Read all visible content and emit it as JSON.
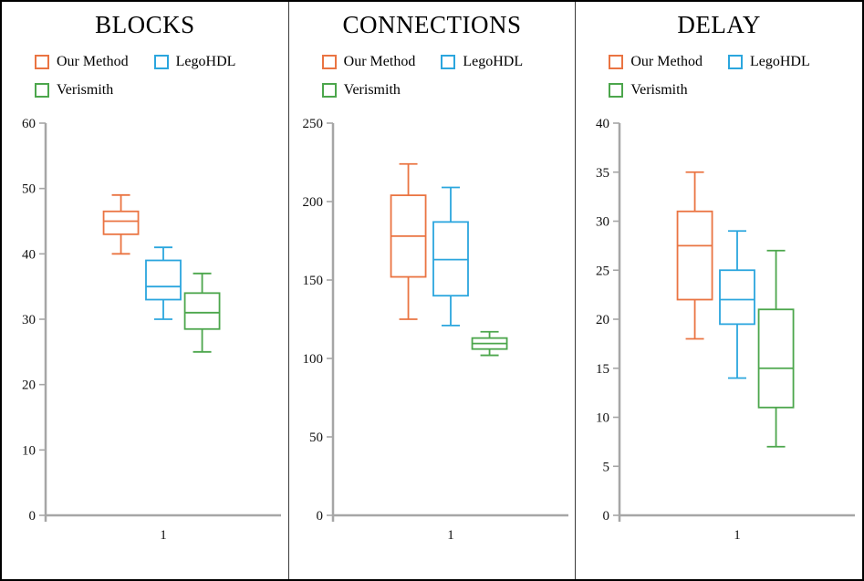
{
  "colors": {
    "axis": "#A6A6A6",
    "text": "#111111"
  },
  "legend": {
    "items": [
      {
        "label": "Our Method",
        "color": "#EA7442"
      },
      {
        "label": "LegoHDL",
        "color": "#2BA6DE"
      },
      {
        "label": "Verismith",
        "color": "#4CA64C"
      }
    ]
  },
  "chart_data": [
    {
      "type": "box",
      "title": "BLOCKS",
      "x_categories": [
        "1"
      ],
      "ylim": [
        0,
        60
      ],
      "ytick_step": 10,
      "legend_position": "top-left",
      "grid": false,
      "series": [
        {
          "name": "Our Method",
          "low": 40,
          "q1": 43,
          "median": 45,
          "q3": 46.5,
          "high": 49
        },
        {
          "name": "LegoHDL",
          "low": 30,
          "q1": 33,
          "median": 35,
          "q3": 39,
          "high": 41
        },
        {
          "name": "Verismith",
          "low": 25,
          "q1": 28.5,
          "median": 31,
          "q3": 34,
          "high": 37
        }
      ]
    },
    {
      "type": "box",
      "title": "CONNECTIONS",
      "x_categories": [
        "1"
      ],
      "ylim": [
        0,
        250
      ],
      "ytick_step": 50,
      "legend_position": "top-left",
      "grid": false,
      "series": [
        {
          "name": "Our Method",
          "low": 125,
          "q1": 152,
          "median": 178,
          "q3": 204,
          "high": 224
        },
        {
          "name": "LegoHDL",
          "low": 121,
          "q1": 140,
          "median": 163,
          "q3": 187,
          "high": 209
        },
        {
          "name": "Verismith",
          "low": 102,
          "q1": 106,
          "median": 109.5,
          "q3": 113,
          "high": 117
        }
      ]
    },
    {
      "type": "box",
      "title": "DELAY",
      "x_categories": [
        "1"
      ],
      "ylim": [
        0,
        40
      ],
      "ytick_step": 5,
      "legend_position": "top-left",
      "grid": false,
      "series": [
        {
          "name": "Our Method",
          "low": 18,
          "q1": 22,
          "median": 27.5,
          "q3": 31,
          "high": 35
        },
        {
          "name": "LegoHDL",
          "low": 14,
          "q1": 19.5,
          "median": 22,
          "q3": 25,
          "high": 29
        },
        {
          "name": "Verismith",
          "low": 7,
          "q1": 11,
          "median": 15,
          "q3": 21,
          "high": 27
        }
      ]
    }
  ]
}
